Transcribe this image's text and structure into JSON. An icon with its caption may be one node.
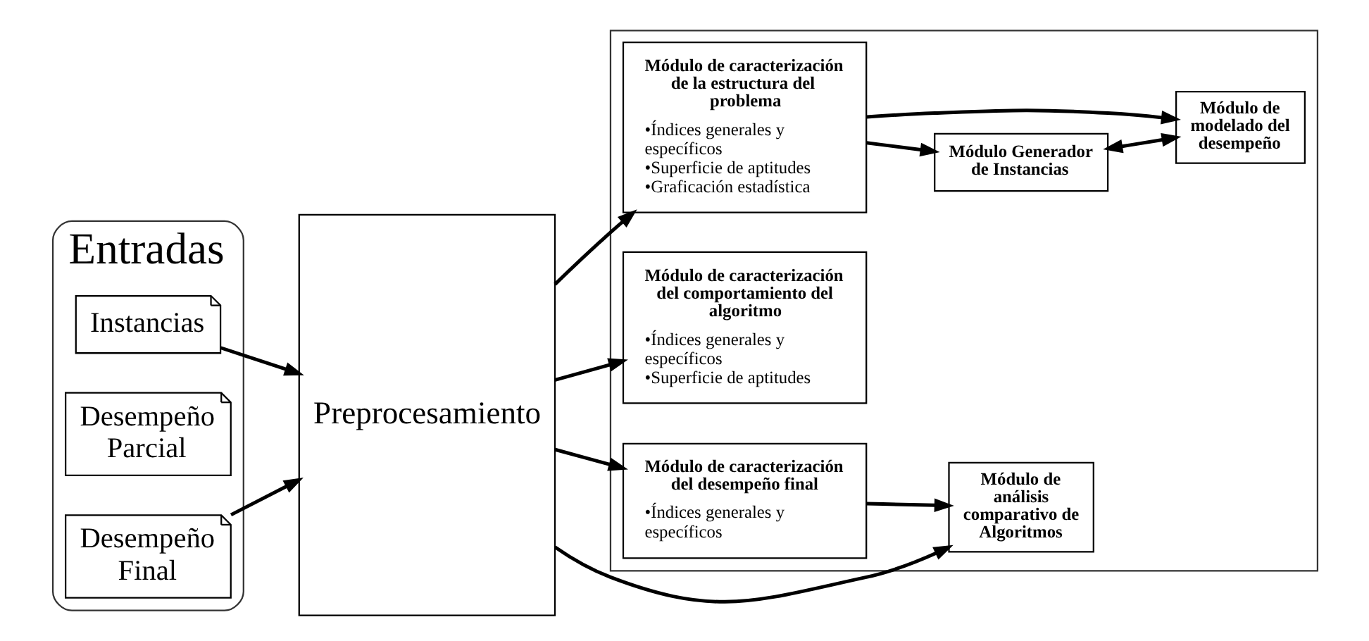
{
  "diagram": {
    "nodes": [
      {
        "text": [
          "Entradas"
        ]
      },
      {
        "text": [
          "Instancias"
        ],
        "in": 0
      },
      {
        "text": [
          "Desempeño Parcial"
        ],
        "in": 0
      },
      {
        "text": [
          "Desempeño Final"
        ],
        "in": 0
      },
      {
        "text": [
          "Preprocesamiento"
        ]
      },
      {
        "text": [],
        "shape": "box"
      },
      {
        "text": [
          "Módulo de caracterización de la estructura del problema",
          "•Índices generales y específicos",
          "•Superficie de aptitudes",
          "•Graficación estadística"
        ],
        "in": 5
      },
      {
        "text": [
          "Módulo de caracterización del comportamiento del algoritmo",
          "•Índices generales y específicos",
          "•Superficie de aptitudes"
        ],
        "in": 5
      },
      {
        "text": [
          "Módulo de caracterización del desempeño final",
          "•Índices generales y específicos"
        ],
        "in": 5
      },
      {
        "text": [
          "Módulo Generador de Instancias"
        ],
        "in": 5
      },
      {
        "text": [
          "Módulo de modelado del desempeño"
        ],
        "in": 5
      },
      {
        "text": [
          "Módulo de análisis comparativo de Algoritmos"
        ],
        "in": 5
      }
    ],
    "edges": [
      {
        "from": 1,
        "to": 4,
        "arrow": "to"
      },
      {
        "from": 3,
        "to": 4,
        "arrow": "to"
      },
      {
        "from": 4,
        "to": 6,
        "arrow": "to"
      },
      {
        "from": 4,
        "to": 7,
        "arrow": "to"
      },
      {
        "from": 4,
        "to": 8,
        "arrow": "to"
      },
      {
        "from": 6,
        "to": 9,
        "arrow": "to"
      },
      {
        "from": 6,
        "to": 10,
        "arrow": "to"
      },
      {
        "from": 9,
        "to": 10,
        "arrow": "both"
      },
      {
        "from": 8,
        "to": 11,
        "arrow": "to"
      },
      {
        "from": 4,
        "to": 11,
        "arrow": "to"
      }
    ]
  }
}
